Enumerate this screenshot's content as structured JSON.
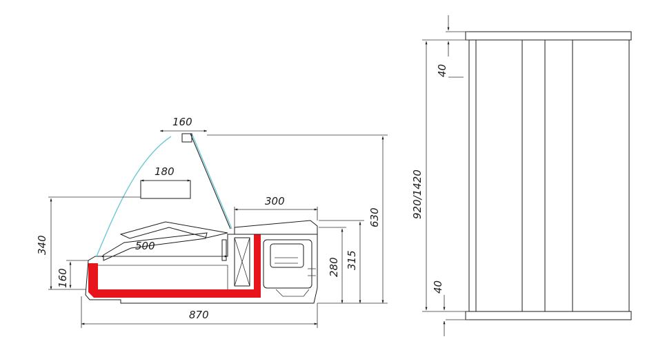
{
  "colors": {
    "insulation": "#e8141b",
    "glass": "#6fc9d4",
    "line": "#1a1a1a"
  },
  "dimensions": {
    "glass_top_width": "160",
    "shelf_width": "180",
    "compressor_width": "300",
    "total_height": "630",
    "display_height": "340",
    "interior_depth": "500",
    "base_height": "160",
    "height_280": "280",
    "height_315": "315",
    "total_depth": "870",
    "length": "920/1420",
    "end_top": "40",
    "end_bottom": "40"
  }
}
